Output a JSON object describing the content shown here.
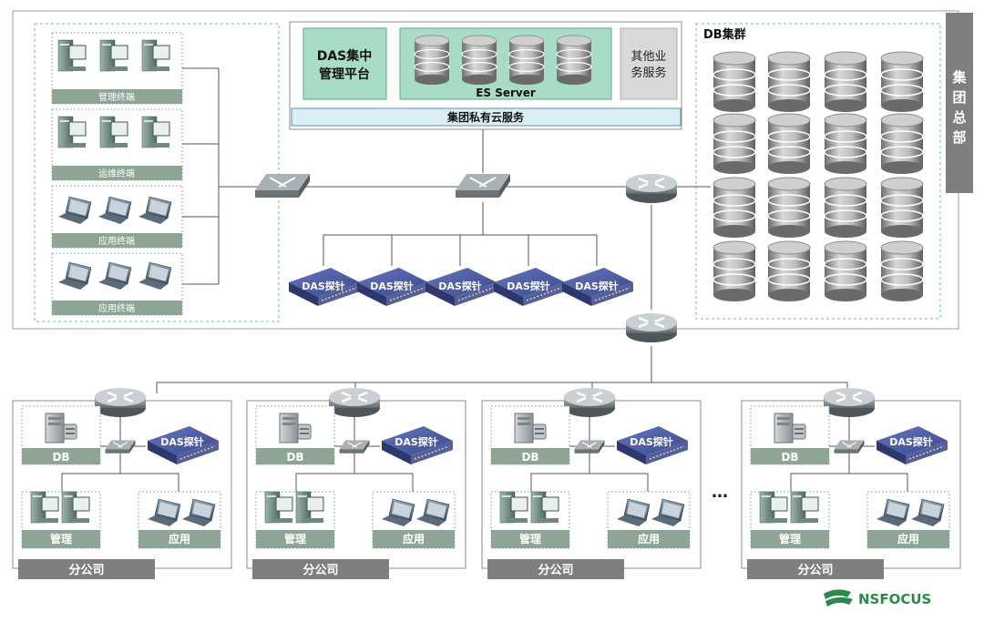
{
  "headquarters": {
    "side_label_chars": [
      "集",
      "团",
      "总",
      "部"
    ],
    "terminal_groups": [
      {
        "label": "管理终端",
        "kind": "desktop"
      },
      {
        "label": "运维终端",
        "kind": "desktop"
      },
      {
        "label": "应用终端",
        "kind": "laptop"
      },
      {
        "label": "应用终端",
        "kind": "laptop"
      }
    ],
    "das_platform_lines": [
      "DAS集中",
      "管理平台"
    ],
    "es_server_label": "ES Server",
    "other_service_lines": [
      "其他业",
      "务服务"
    ],
    "private_cloud_label": "集团私有云服务",
    "db_cluster_label": "DB集群",
    "probes": [
      "DAS探针",
      "DAS探针",
      "DAS探针",
      "DAS探针",
      "DAS探针"
    ]
  },
  "branches": [
    {
      "name": "分公司",
      "db_label": "DB",
      "probe_label": "DAS探针",
      "mgmt_label": "管理",
      "app_label": "应用"
    },
    {
      "name": "分公司",
      "db_label": "DB",
      "probe_label": "DAS探针",
      "mgmt_label": "管理",
      "app_label": "应用"
    },
    {
      "name": "分公司",
      "db_label": "DB",
      "probe_label": "DAS探针",
      "mgmt_label": "管理",
      "app_label": "应用"
    },
    {
      "name": "分公司",
      "db_label": "DB",
      "probe_label": "DAS探针",
      "mgmt_label": "管理",
      "app_label": "应用"
    }
  ],
  "ellipsis": "…",
  "logo_text": "NSFOCUS",
  "colors": {
    "panel_green": "#a9dcc7",
    "label_gray_green": "#8ea596",
    "banner_gray": "#7f7f7f",
    "probe_blue": "#4a5a9f",
    "logo_green": "#2b8a4a"
  }
}
